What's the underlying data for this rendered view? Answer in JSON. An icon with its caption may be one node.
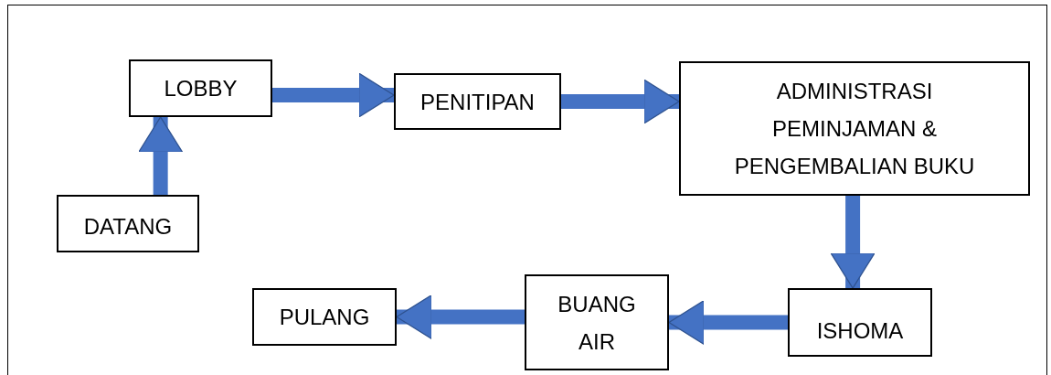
{
  "diagram": {
    "nodes": [
      {
        "text": [
          "DATANG"
        ]
      },
      {
        "text": [
          "LOBBY"
        ]
      },
      {
        "text": [
          "PENITIPAN"
        ]
      },
      {
        "text": [
          "ADMINISTRASI PEMINJAMAN & PENGEMBALIAN BUKU"
        ]
      },
      {
        "text": [
          "ISHOMA"
        ]
      },
      {
        "text": [
          "BUANG AIR"
        ]
      },
      {
        "text": [
          "PULANG"
        ]
      }
    ],
    "edges": [
      {
        "from": 0,
        "to": 1,
        "arrow": "to"
      },
      {
        "from": 1,
        "to": 2,
        "arrow": "to"
      },
      {
        "from": 2,
        "to": 3,
        "arrow": "to"
      },
      {
        "from": 3,
        "to": 4,
        "arrow": "to"
      },
      {
        "from": 4,
        "to": 5,
        "arrow": "to"
      },
      {
        "from": 5,
        "to": 6,
        "arrow": "to"
      }
    ]
  }
}
